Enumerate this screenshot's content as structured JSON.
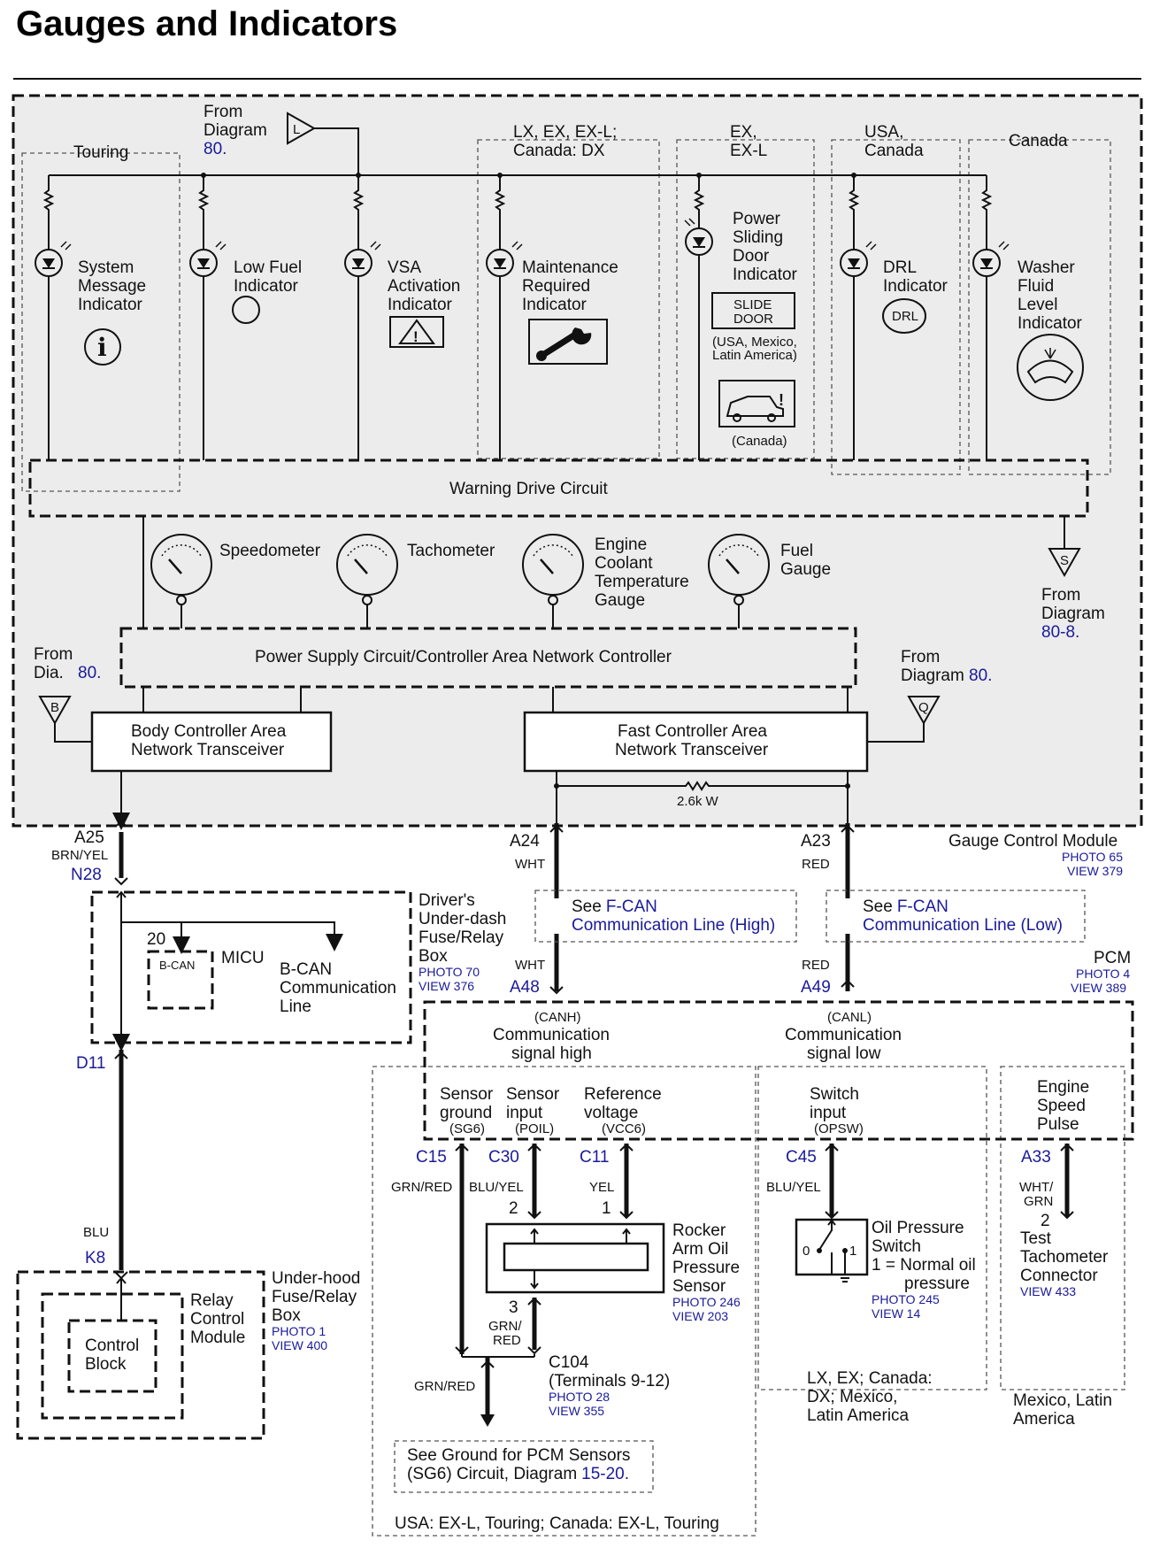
{
  "title": "Gauges and Indicators",
  "module": {
    "name": "Gauge Control Module",
    "photo": "PHOTO 65",
    "view": "VIEW 379"
  },
  "from_diagram_l": {
    "lines": [
      "From",
      "Diagram"
    ],
    "ref": "80.",
    "symbol": "L"
  },
  "variants": {
    "touring": "Touring",
    "lx_ex": [
      "LX, EX, EX-L;",
      "Canada: DX"
    ],
    "ex_exl": [
      "EX,",
      "EX-L"
    ],
    "usa_canada": [
      "USA,",
      "Canada"
    ],
    "canada": "Canada"
  },
  "indicators": {
    "system_message": [
      "System",
      "Message",
      "Indicator"
    ],
    "low_fuel": [
      "Low Fuel",
      "Indicator"
    ],
    "vsa": [
      "VSA",
      "Activation",
      "Indicator"
    ],
    "maintenance": [
      "Maintenance",
      "Required",
      "Indicator"
    ],
    "power_sliding": [
      "Power",
      "Sliding",
      "Door",
      "Indicator"
    ],
    "slide_door": [
      "SLIDE",
      "DOOR"
    ],
    "slide_note": [
      "(USA, Mexico,",
      "Latin America)"
    ],
    "canada_note": "(Canada)",
    "drl": [
      "DRL",
      "Indicator"
    ],
    "drl_badge": "DRL",
    "washer": [
      "Washer",
      "Fluid",
      "Level",
      "Indicator"
    ]
  },
  "warning_drive": "Warning Drive Circuit",
  "gauges": {
    "speedometer": "Speedometer",
    "tachometer": "Tachometer",
    "coolant": [
      "Engine",
      "Coolant",
      "Temperature",
      "Gauge"
    ],
    "fuel": [
      "Fuel",
      "Gauge"
    ]
  },
  "from_s": {
    "lines": [
      "From",
      "Diagram"
    ],
    "ref": "80-8.",
    "symbol": "S"
  },
  "power_supply": "Power Supply Circuit/Controller Area Network Controller",
  "from_b": {
    "lines": [
      "From",
      "Dia."
    ],
    "ref": "80.",
    "symbol": "B"
  },
  "from_q": {
    "lines": [
      "From",
      "Diagram"
    ],
    "ref": "80.",
    "symbol": "Q"
  },
  "body_can": [
    "Body Controller Area",
    "Network Transceiver"
  ],
  "fast_can": [
    "Fast Controller Area",
    "Network Transceiver"
  ],
  "resistor": "2.6k W",
  "terminals": {
    "a25": "A25",
    "a25_color": "BRN/YEL",
    "n28": "N28",
    "a24": "A24",
    "a24_color": "WHT",
    "a23": "A23",
    "a23_color": "RED",
    "a48": "A48",
    "a48_color": "WHT",
    "a49": "A49",
    "a49_color": "RED",
    "d11": "D11",
    "k8": "K8",
    "k8_color": "BLU"
  },
  "fcan_high": {
    "see": "See",
    "link": "F-CAN",
    "rest": "Communication Line (High)"
  },
  "fcan_low": {
    "see": "See",
    "link": "F-CAN",
    "rest": "Communication Line (Low)"
  },
  "driver_box": {
    "lines": [
      "Driver's",
      "Under-dash",
      "Fuse/Relay",
      "Box"
    ],
    "photo": "PHOTO 70",
    "view": "VIEW 376"
  },
  "micu": {
    "name": "MICU",
    "pin": "20",
    "bcan": "B-CAN",
    "line": [
      "B-CAN",
      "Communication",
      "Line"
    ]
  },
  "pcm": {
    "name": "PCM",
    "photo": "PHOTO 4",
    "view": "VIEW 389"
  },
  "canh": {
    "code": "(CANH)",
    "lines": [
      "Communication",
      "signal high"
    ]
  },
  "canl": {
    "code": "(CANL)",
    "lines": [
      "Communication",
      "signal low"
    ]
  },
  "pcm_inputs": {
    "sg6": [
      "Sensor",
      "ground",
      "(SG6)"
    ],
    "poil": [
      "Sensor",
      "input",
      "(POIL)"
    ],
    "vcc6": [
      "Reference",
      "voltage",
      "(VCC6)"
    ],
    "opsw": [
      "Switch",
      "input",
      "(OPSW)"
    ],
    "engine": [
      "Engine",
      "Speed",
      "Pulse"
    ]
  },
  "pins": {
    "c15": "C15",
    "c15_color": "GRN/RED",
    "c30": "C30",
    "c30_color": "BLU/YEL",
    "c11": "C11",
    "c11_color": "YEL",
    "c45": "C45",
    "c45_color": "BLU/YEL",
    "a33": "A33",
    "a33_color": [
      "WHT/",
      "GRN"
    ]
  },
  "sensor": {
    "lines": [
      "Rocker",
      "Arm Oil",
      "Pressure",
      "Sensor"
    ],
    "photo": "PHOTO 246",
    "view": "VIEW 203",
    "p1": "1",
    "p2": "2",
    "p3": "3",
    "p3_color": [
      "GRN/",
      "RED"
    ]
  },
  "c104": {
    "name": "C104",
    "terminals": "(Terminals 9-12)",
    "photo": "PHOTO 28",
    "view": "VIEW 355",
    "ground_color": "GRN/RED"
  },
  "ground_note": {
    "line1": "See Ground for PCM Sensors",
    "line2_pre": "(SG6) Circuit, Diagram",
    "ref": "15-20."
  },
  "oil_switch": {
    "lines": [
      "Oil Pressure",
      "Switch",
      "1 = Normal oil",
      "pressure"
    ],
    "photo": "PHOTO 245",
    "view": "VIEW 14",
    "s0": "0",
    "s1": "1"
  },
  "tach_conn": {
    "pin": "2",
    "lines": [
      "Test",
      "Tachometer",
      "Connector"
    ],
    "view": "VIEW 433"
  },
  "relay": {
    "lines": [
      "Relay",
      "Control",
      "Module"
    ],
    "block": [
      "Control",
      "Block"
    ],
    "box": [
      "Under-hood",
      "Fuse/Relay",
      "Box"
    ],
    "photo": "PHOTO 1",
    "view": "VIEW 400"
  },
  "footers": {
    "usa": "USA: EX-L, Touring; Canada: EX-L, Touring",
    "lx": [
      "LX, EX; Canada:",
      "DX; Mexico,",
      "Latin America"
    ],
    "mexico": [
      "Mexico, Latin",
      "America"
    ]
  }
}
